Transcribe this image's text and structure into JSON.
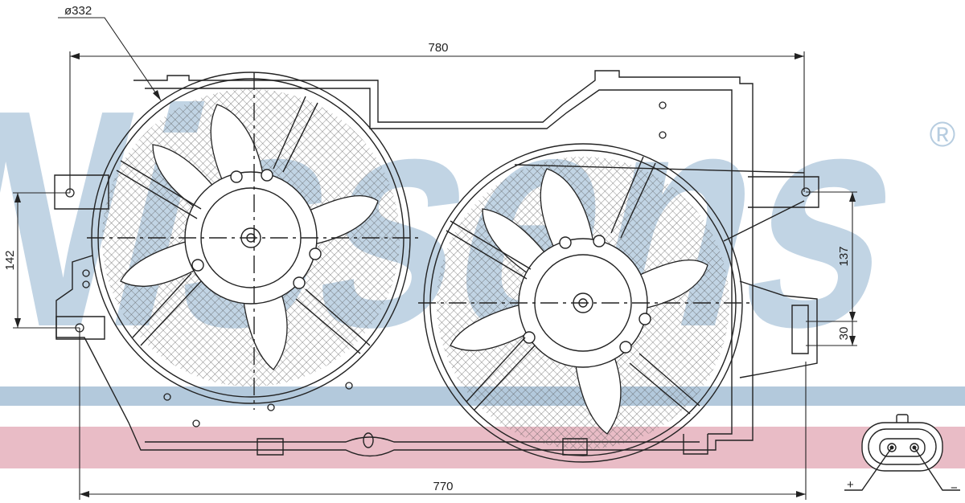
{
  "dimensions": {
    "fan_diameter": "ø332",
    "overall_width_top": "780",
    "overall_width_bottom": "770",
    "left_height": "142",
    "right_height": "137",
    "connector_offset": "30"
  },
  "connector": {
    "positive": "+",
    "negative": "−"
  },
  "watermark": {
    "brand": "Nissens",
    "registered_mark": "®"
  },
  "colors": {
    "line": "#222222",
    "watermark_blue": "#b7cde0",
    "stripe_blue": "#b3c9dc",
    "stripe_pink": "#e9bcc6",
    "mesh": "#555555"
  }
}
